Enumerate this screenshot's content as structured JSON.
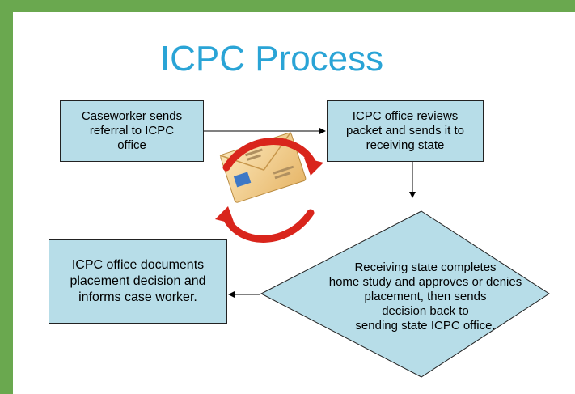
{
  "title": "ICPC Process",
  "steps": {
    "step1": "Caseworker sends\nreferral to ICPC\noffice",
    "step2": "ICPC office reviews\npacket and sends it to\nreceiving state",
    "step3": "Receiving state completes\nhome study and approves or denies\nplacement, then sends\ndecision back to\nsending state ICPC office.",
    "step4": "ICPC office documents\nplacement decision and\ninforms case worker."
  },
  "colors": {
    "frame": "#6aa84f",
    "title": "#2aa4d6",
    "box_fill": "#b7dde8",
    "cycle_arrows": "#d9251c"
  },
  "icons": [
    "envelope-icon",
    "cycle-arrows-icon"
  ]
}
